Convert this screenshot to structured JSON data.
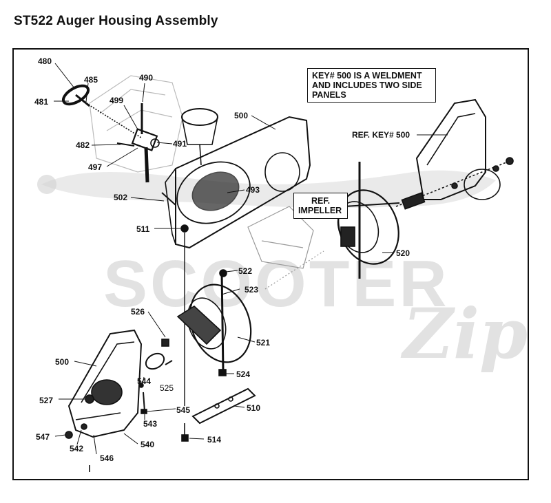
{
  "title": "ST522 Auger Housing Assembly",
  "notes": {
    "weldment": [
      "KEY# 500 IS A WELDMENT",
      "AND INCLUDES TWO SIDE",
      "PANELS"
    ],
    "impeller": [
      "REF.",
      "IMPELLER"
    ],
    "ref_key": "REF. KEY# 500"
  },
  "watermark": {
    "text": "SCOOTER",
    "script": "Zip"
  },
  "part_labels": [
    {
      "id": "480",
      "text": "480"
    },
    {
      "id": "485",
      "text": "485"
    },
    {
      "id": "490",
      "text": "490"
    },
    {
      "id": "481",
      "text": "481"
    },
    {
      "id": "499",
      "text": "499"
    },
    {
      "id": "500a",
      "text": "500"
    },
    {
      "id": "482",
      "text": "482"
    },
    {
      "id": "491",
      "text": "491"
    },
    {
      "id": "497",
      "text": "497"
    },
    {
      "id": "493",
      "text": "493"
    },
    {
      "id": "502",
      "text": "502"
    },
    {
      "id": "511",
      "text": "511"
    },
    {
      "id": "520",
      "text": "520"
    },
    {
      "id": "522",
      "text": "522"
    },
    {
      "id": "523",
      "text": "523"
    },
    {
      "id": "526",
      "text": "526"
    },
    {
      "id": "521",
      "text": "521"
    },
    {
      "id": "500b",
      "text": "500"
    },
    {
      "id": "524",
      "text": "524"
    },
    {
      "id": "544",
      "text": "544"
    },
    {
      "id": "525",
      "text": "525"
    },
    {
      "id": "527",
      "text": "527"
    },
    {
      "id": "545",
      "text": "545"
    },
    {
      "id": "510",
      "text": "510"
    },
    {
      "id": "543",
      "text": "543"
    },
    {
      "id": "547",
      "text": "547"
    },
    {
      "id": "540",
      "text": "540"
    },
    {
      "id": "514",
      "text": "514"
    },
    {
      "id": "542",
      "text": "542"
    },
    {
      "id": "546",
      "text": "546"
    }
  ]
}
